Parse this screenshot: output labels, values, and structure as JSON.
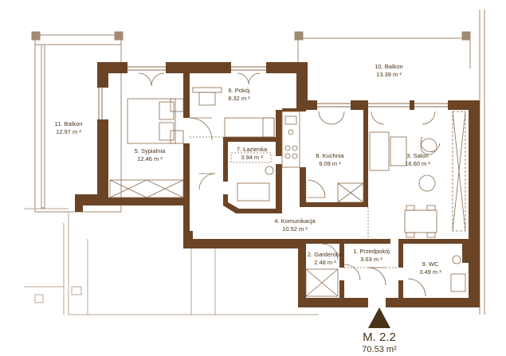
{
  "colors": {
    "wall": "#6b4426",
    "line": "#8a6a4a",
    "thin": "#a28a70",
    "text": "#4a3318"
  },
  "rooms": [
    {
      "id": "r1",
      "name": "1. Przedpokój",
      "area": "3.63 m ²"
    },
    {
      "id": "r2",
      "name": "2. Garderoba",
      "area": "2.48 m ²"
    },
    {
      "id": "r3",
      "name": "3. Salon",
      "area": "16.60 m ²"
    },
    {
      "id": "r4",
      "name": "4. Komunikacja",
      "area": "10.52 m ²"
    },
    {
      "id": "r5",
      "name": "5. Sypialnia",
      "area": "12.46 m ²"
    },
    {
      "id": "r6",
      "name": "6. Pokój",
      "area": "8.32 m ²"
    },
    {
      "id": "r7",
      "name": "7. Łazienka",
      "area": "3.94 m ²"
    },
    {
      "id": "r8",
      "name": "8. Kuchnia",
      "area": "9.09 m ²"
    },
    {
      "id": "r9",
      "name": "9. WC",
      "area": "3.49 m ²"
    },
    {
      "id": "r10",
      "name": "10. Balkon",
      "area": "13.39 m ²"
    },
    {
      "id": "r11",
      "name": "11. Balkon",
      "area": "12.97 m ²"
    }
  ],
  "unit": {
    "code": "M. 2.2",
    "area": "70.53 m²"
  },
  "icons": {
    "entrance": "entrance-arrow-icon"
  }
}
